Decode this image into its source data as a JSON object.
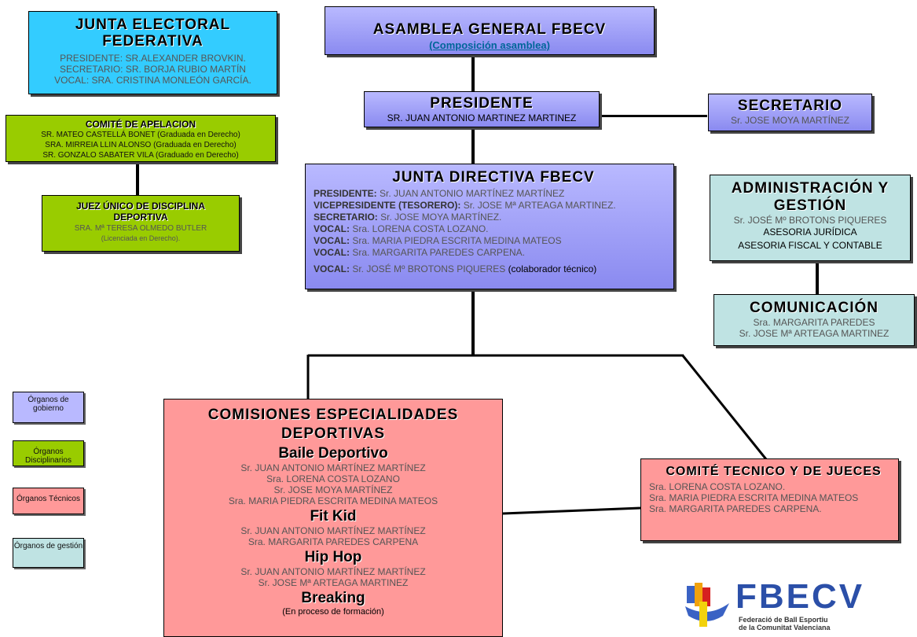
{
  "junta_electoral": {
    "title": "JUNTA ELECTORAL FEDERATIVA",
    "lines": [
      "PRESIDENTE: SR.ALEXANDER BROVKIN.",
      "SECRETARIO: SR. BORJA RUBIO MARTÍN",
      "VOCAL: SRA. CRISTINA MONLEÓN GARCÍA."
    ]
  },
  "asamblea": {
    "title": "ASAMBLEA GENERAL FBECV",
    "link": "(Composición asamblea)"
  },
  "presidente": {
    "title": "PRESIDENTE",
    "name": "SR. JUAN ANTONIO MARTINEZ MARTINEZ"
  },
  "secretario": {
    "title": "SECRETARIO",
    "name": "Sr. JOSE MOYA MARTÍNEZ"
  },
  "comite_apelacion": {
    "title": "COMITÉ DE APELACION",
    "lines": [
      "SR. MATEO CASTELLÁ BONET (Graduada en Derecho)",
      "SRA. MIRREIA LLIN ALONSO (Graduada en Derecho)",
      "SR. GONZALO SABATER VILA (Graduado en Derecho)"
    ]
  },
  "juez": {
    "title": "JUEZ ÚNICO DE DISCIPLINA DEPORTIVA",
    "name": "SRA. Mª TERESA OLMEDO BUTLER",
    "note": "(Licenciada en Derecho)."
  },
  "junta_directiva": {
    "title": "JUNTA DIRECTIVA FBECV",
    "rows": [
      {
        "role": "PRESIDENTE:",
        "name": "Sr. JUAN ANTONIO MARTÍNEZ MARTÍNEZ"
      },
      {
        "role": "VICEPRESIDENTE (TESORERO):",
        "name": "Sr. JOSE Mª ARTEAGA MARTINEZ."
      },
      {
        "role": "SECRETARIO:",
        "name": "Sr. JOSE MOYA MARTÍNEZ."
      },
      {
        "role": "VOCAL:",
        "name": "Sra. LORENA COSTA LOZANO."
      },
      {
        "role": "VOCAL:",
        "name": "Sra. MARIA PIEDRA ESCRITA MEDINA MATEOS"
      },
      {
        "role": "VOCAL:",
        "name": "Sra. MARGARITA PAREDES CARPENA."
      },
      {
        "role": "VOCAL:",
        "name": "Sr. JOSÉ Mº BROTONS PIQUERES",
        "extra": "(colaborador técnico)"
      }
    ]
  },
  "administracion": {
    "title": "ADMINISTRACIÓN Y GESTIÓN",
    "name": "Sr. JOSÉ Mº BROTONS PIQUERES",
    "lines": [
      "ASESORIA JURÍDICA",
      "ASESORIA FISCAL Y CONTABLE"
    ]
  },
  "comunicacion": {
    "title": "COMUNICACIÓN",
    "lines": [
      "Sra. MARGARITA PAREDES",
      "Sr. JOSE Mª ARTEAGA MARTINEZ"
    ]
  },
  "comisiones": {
    "title": "COMISIONES ESPECIALIDADES DEPORTIVAS",
    "sections": [
      {
        "name": "Baile Deportivo",
        "members": [
          "Sr. JUAN ANTONIO MARTÍNEZ MARTÍNEZ",
          "Sra. LORENA COSTA LOZANO",
          "Sr. JOSE MOYA MARTÍNEZ",
          "Sra. MARIA PIEDRA ESCRITA MEDINA MATEOS"
        ]
      },
      {
        "name": "Fit Kid",
        "members": [
          "Sr. JUAN ANTONIO MARTÍNEZ MARTÍNEZ",
          "Sra. MARGARITA PAREDES CARPENA"
        ]
      },
      {
        "name": "Hip Hop",
        "members": [
          "Sr. JUAN ANTONIO MARTÍNEZ MARTÍNEZ",
          "Sr. JOSE Mª ARTEAGA MARTINEZ"
        ]
      },
      {
        "name": "Breaking",
        "members": [
          "(En proceso de formación)"
        ]
      }
    ]
  },
  "comite_tecnico": {
    "title": "COMITÉ TECNICO Y DE JUECES",
    "lines": [
      "Sra. LORENA COSTA LOZANO.",
      "Sra. MARIA PIEDRA ESCRITA MEDINA MATEOS",
      "Sra. MARGARITA PAREDES CARPENA."
    ]
  },
  "legend": [
    {
      "label": "Órganos de gobierno",
      "color": "#b9b9ff"
    },
    {
      "label": "Órganos Disciplinarios",
      "color": "#99cc00"
    },
    {
      "label": "Órganos Técnicos",
      "color": "#ff9999"
    },
    {
      "label": "Órganos de gestión",
      "color": "#bfe3e3"
    }
  ],
  "logo": {
    "text": "FBECV",
    "subtitle1": "Federació de Ball Esportiu",
    "subtitle2": "de la Comunitat Valenciana"
  }
}
